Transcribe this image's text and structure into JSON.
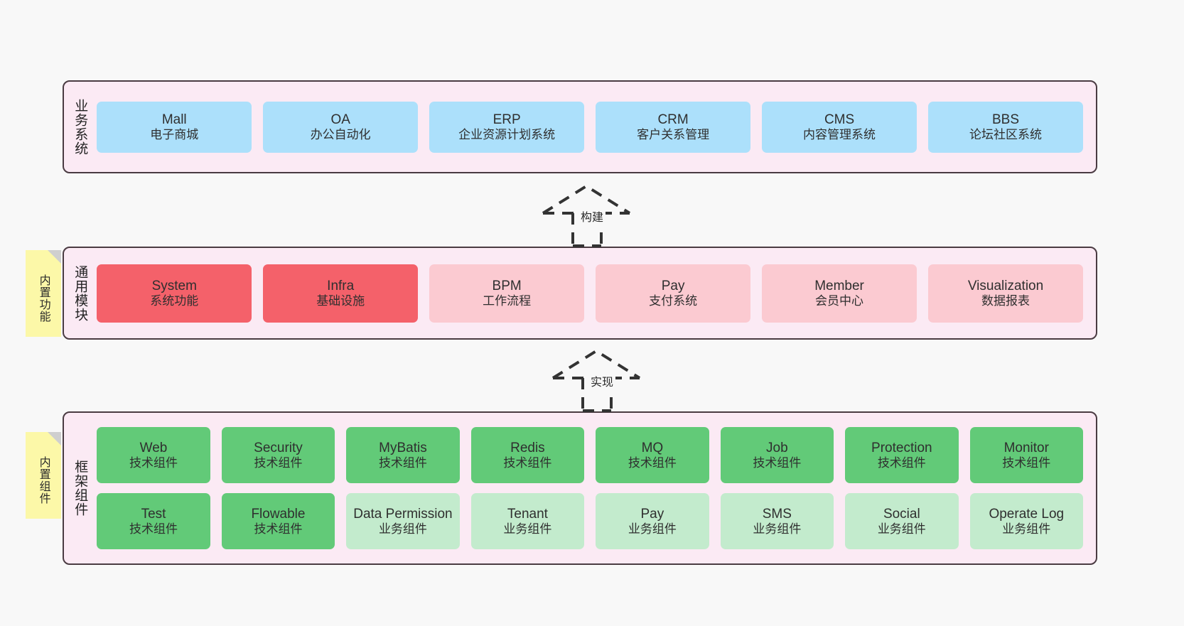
{
  "canvas": {
    "background": "#f8f8f8"
  },
  "palette": {
    "layer_band": "#fbeaf4",
    "layer_border": "#4a3b42",
    "blue": "#ace0fb",
    "red_strong": "#f4616a",
    "red_soft": "#fbcad1",
    "green_strong": "#62ca78",
    "green_soft": "#c3ebcd",
    "sticky_yellow": "#fcf8a8",
    "sticky_fold": "#cfcfcf"
  },
  "layers": [
    {
      "id": "business",
      "caption": "业务系统",
      "rows": [
        {
          "nodes": [
            {
              "en": "Mall",
              "cn": "电子商城",
              "color": "blue"
            },
            {
              "en": "OA",
              "cn": "办公自动化",
              "color": "blue"
            },
            {
              "en": "ERP",
              "cn": "企业资源计划系统",
              "color": "blue"
            },
            {
              "en": "CRM",
              "cn": "客户关系管理",
              "color": "blue"
            },
            {
              "en": "CMS",
              "cn": "内容管理系统",
              "color": "blue"
            },
            {
              "en": "BBS",
              "cn": "论坛社区系统",
              "color": "blue"
            }
          ]
        }
      ]
    },
    {
      "id": "common",
      "caption": "通用模块",
      "sticky": "内置功能",
      "rows": [
        {
          "nodes": [
            {
              "en": "System",
              "cn": "系统功能",
              "color": "red_strong"
            },
            {
              "en": "Infra",
              "cn": "基础设施",
              "color": "red_strong"
            },
            {
              "en": "BPM",
              "cn": "工作流程",
              "color": "red_soft"
            },
            {
              "en": "Pay",
              "cn": "支付系统",
              "color": "red_soft"
            },
            {
              "en": "Member",
              "cn": "会员中心",
              "color": "red_soft"
            },
            {
              "en": "Visualization",
              "cn": "数据报表",
              "color": "red_soft"
            }
          ]
        }
      ]
    },
    {
      "id": "framework",
      "caption": "框架组件",
      "sticky": "内置组件",
      "rows": [
        {
          "nodes": [
            {
              "en": "Web",
              "cn": "技术组件",
              "color": "green_strong"
            },
            {
              "en": "Security",
              "cn": "技术组件",
              "color": "green_strong"
            },
            {
              "en": "MyBatis",
              "cn": "技术组件",
              "color": "green_strong"
            },
            {
              "en": "Redis",
              "cn": "技术组件",
              "color": "green_strong"
            },
            {
              "en": "MQ",
              "cn": "技术组件",
              "color": "green_strong"
            },
            {
              "en": "Job",
              "cn": "技术组件",
              "color": "green_strong"
            },
            {
              "en": "Protection",
              "cn": "技术组件",
              "color": "green_strong"
            },
            {
              "en": "Monitor",
              "cn": "技术组件",
              "color": "green_strong"
            }
          ]
        },
        {
          "nodes": [
            {
              "en": "Test",
              "cn": "技术组件",
              "color": "green_strong"
            },
            {
              "en": "Flowable",
              "cn": "技术组件",
              "color": "green_strong"
            },
            {
              "en": "Data Permission",
              "cn": "业务组件",
              "color": "green_soft"
            },
            {
              "en": "Tenant",
              "cn": "业务组件",
              "color": "green_soft"
            },
            {
              "en": "Pay",
              "cn": "业务组件",
              "color": "green_soft"
            },
            {
              "en": "SMS",
              "cn": "业务组件",
              "color": "green_soft"
            },
            {
              "en": "Social",
              "cn": "业务组件",
              "color": "green_soft"
            },
            {
              "en": "Operate Log",
              "cn": "业务组件",
              "color": "green_soft"
            }
          ]
        }
      ]
    }
  ],
  "connectors": [
    {
      "id": "build",
      "label": "构建"
    },
    {
      "id": "impl",
      "label": "实现"
    }
  ]
}
